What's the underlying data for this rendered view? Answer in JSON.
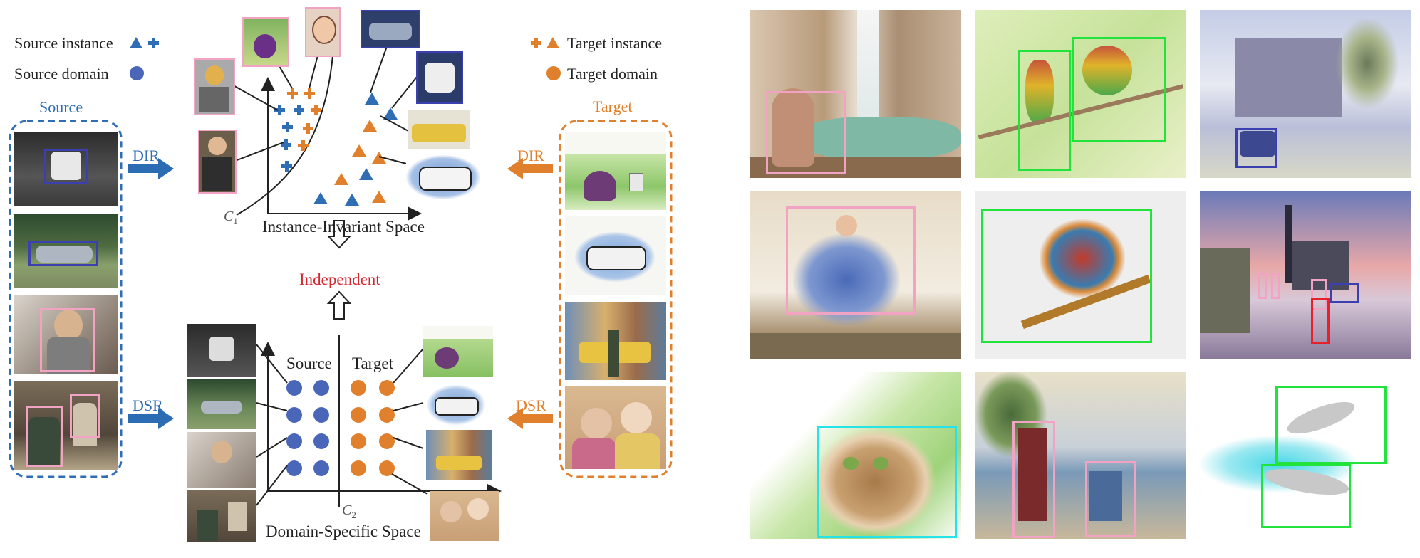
{
  "legend": {
    "source_instance": "Source instance",
    "source_domain": "Source domain",
    "target_instance": "Target instance",
    "target_domain": "Target domain"
  },
  "labels": {
    "source": "Source",
    "target": "Target",
    "dir_left": "DIR",
    "dir_right": "DIR",
    "dsr_left": "DSR",
    "dsr_right": "DSR",
    "instance_space": "Instance-Invariant Space",
    "domain_space": "Domain-Specific Space",
    "independent": "Independent",
    "c1": "C",
    "c1_sub": "1",
    "c2": "C",
    "c2_sub": "2",
    "dss_source": "Source",
    "dss_target": "Target"
  },
  "colors": {
    "source_blue": "#2f6db5",
    "target_orange": "#e07f2c",
    "independent_red": "#d8262f",
    "box_pink": "#f2a3c4",
    "box_navy": "#3b3fb0",
    "box_green": "#22e33c",
    "box_cyan": "#25e3e8",
    "box_red": "#e8202a"
  },
  "icons": {
    "source_instance": [
      "triangle-icon",
      "plus-icon"
    ],
    "source_domain": "circle-icon",
    "target_instance": [
      "plus-icon",
      "triangle-icon"
    ],
    "target_domain": "circle-icon"
  }
}
